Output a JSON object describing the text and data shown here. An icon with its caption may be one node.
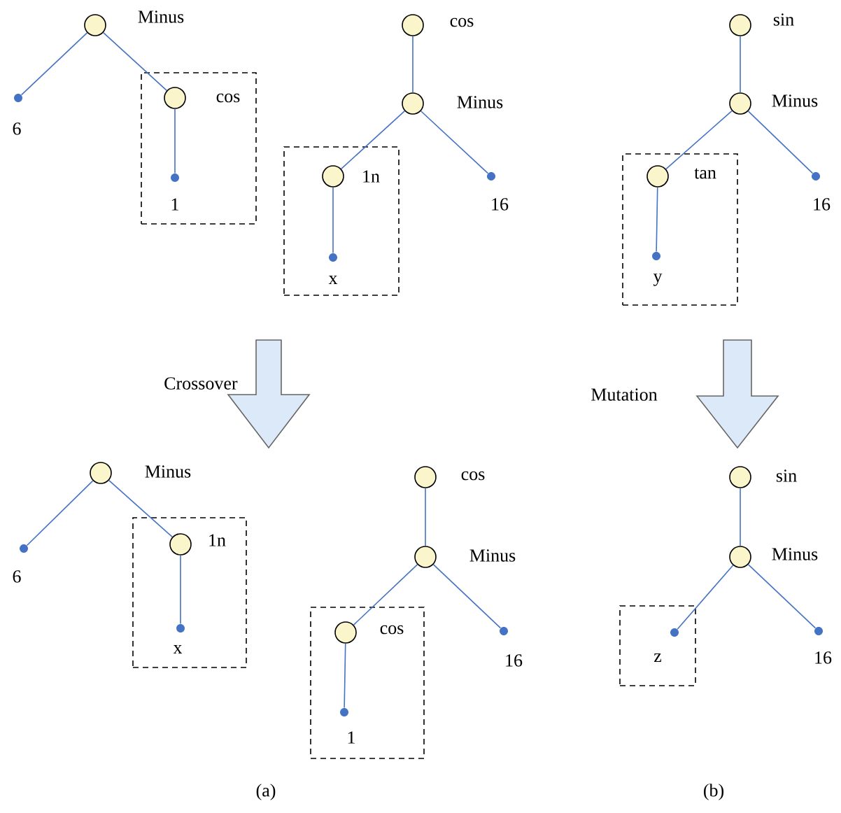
{
  "diagram": {
    "nodes": [
      {
        "text": [
          "Minus"
        ]
      },
      {
        "text": [
          "6"
        ]
      },
      {
        "text": [],
        "shape": "box"
      },
      {
        "text": [
          "cos"
        ],
        "in": 2
      },
      {
        "text": [
          "1"
        ],
        "in": 2
      },
      {
        "text": [
          "cos"
        ]
      },
      {
        "text": [
          "Minus"
        ]
      },
      {
        "text": [],
        "shape": "box"
      },
      {
        "text": [
          "1n"
        ],
        "in": 7
      },
      {
        "text": [
          "x"
        ],
        "in": 7
      },
      {
        "text": [
          "16"
        ]
      },
      {
        "text": [
          "sin"
        ]
      },
      {
        "text": [
          "Minus"
        ]
      },
      {
        "text": [],
        "shape": "box"
      },
      {
        "text": [
          "tan"
        ],
        "in": 13
      },
      {
        "text": [
          "y"
        ],
        "in": 13
      },
      {
        "text": [
          "16"
        ]
      },
      {
        "text": [
          "Minus"
        ]
      },
      {
        "text": [
          "6"
        ]
      },
      {
        "text": [],
        "shape": "box"
      },
      {
        "text": [
          "1n"
        ],
        "in": 19
      },
      {
        "text": [
          "x"
        ],
        "in": 19
      },
      {
        "text": [
          "cos"
        ]
      },
      {
        "text": [
          "Minus"
        ]
      },
      {
        "text": [],
        "shape": "box"
      },
      {
        "text": [
          "cos"
        ],
        "in": 24
      },
      {
        "text": [
          "1"
        ],
        "in": 24
      },
      {
        "text": [
          "16"
        ]
      },
      {
        "text": [
          "sin"
        ]
      },
      {
        "text": [
          "Minus"
        ]
      },
      {
        "text": [],
        "shape": "box"
      },
      {
        "text": [
          "z"
        ],
        "in": 30
      },
      {
        "text": [
          "16"
        ]
      }
    ],
    "edges": [
      {
        "from": 0,
        "to": 1,
        "arrow": "none"
      },
      {
        "from": 0,
        "to": 3,
        "arrow": "none"
      },
      {
        "from": 3,
        "to": 4,
        "arrow": "none"
      },
      {
        "from": 5,
        "to": 6,
        "arrow": "none"
      },
      {
        "from": 6,
        "to": 8,
        "arrow": "none"
      },
      {
        "from": 8,
        "to": 9,
        "arrow": "none"
      },
      {
        "from": 6,
        "to": 10,
        "arrow": "none"
      },
      {
        "from": 11,
        "to": 12,
        "arrow": "none"
      },
      {
        "from": 12,
        "to": 14,
        "arrow": "none"
      },
      {
        "from": 14,
        "to": 15,
        "arrow": "none"
      },
      {
        "from": 12,
        "to": 16,
        "arrow": "none"
      },
      {
        "from": 17,
        "to": 18,
        "arrow": "none"
      },
      {
        "from": 17,
        "to": 20,
        "arrow": "none"
      },
      {
        "from": 20,
        "to": 21,
        "arrow": "none"
      },
      {
        "from": 22,
        "to": 23,
        "arrow": "none"
      },
      {
        "from": 23,
        "to": 25,
        "arrow": "none"
      },
      {
        "from": 25,
        "to": 26,
        "arrow": "none"
      },
      {
        "from": 23,
        "to": 27,
        "arrow": "none"
      },
      {
        "from": 28,
        "to": 29,
        "arrow": "none"
      },
      {
        "from": 29,
        "to": 31,
        "arrow": "none"
      },
      {
        "from": 29,
        "to": 32,
        "arrow": "none"
      }
    ],
    "labels": [
      "Crossover",
      "Mutation",
      "(a)",
      "(b)"
    ]
  }
}
